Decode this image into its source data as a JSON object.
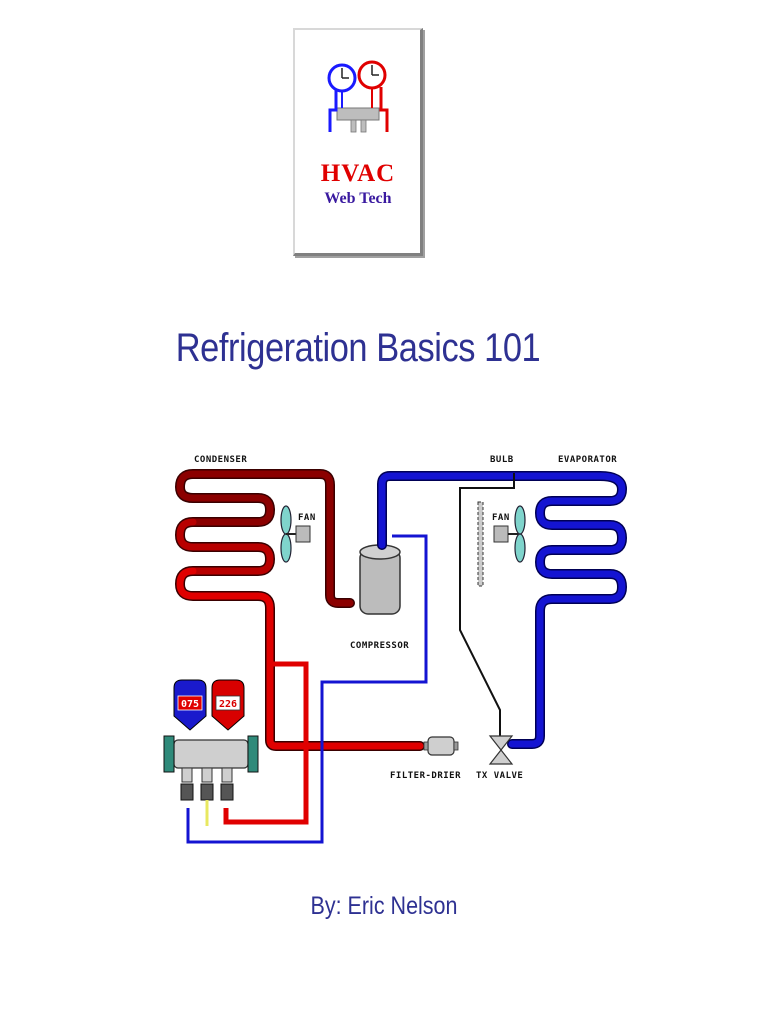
{
  "logo": {
    "title": "HVAC",
    "subtitle": "Web Tech"
  },
  "document": {
    "title": "Refrigeration Basics 101",
    "author": "By: Eric Nelson"
  },
  "diagram": {
    "labels": {
      "condenser": "CONDENSER",
      "condenser_fan": "FAN",
      "compressor": "COMPRESSOR",
      "bulb": "BULB",
      "evaporator": "EVAPORATOR",
      "evaporator_fan": "FAN",
      "filter_drier": "FILTER-DRIER",
      "tx_valve": "TX VALVE"
    },
    "gauges": {
      "low_side_reading": "075",
      "high_side_reading": "226"
    },
    "colors": {
      "high_side": "#e00000",
      "low_side": "#0000cc",
      "discharge": "#8b0000",
      "charging_hose": "#e8e860"
    }
  }
}
